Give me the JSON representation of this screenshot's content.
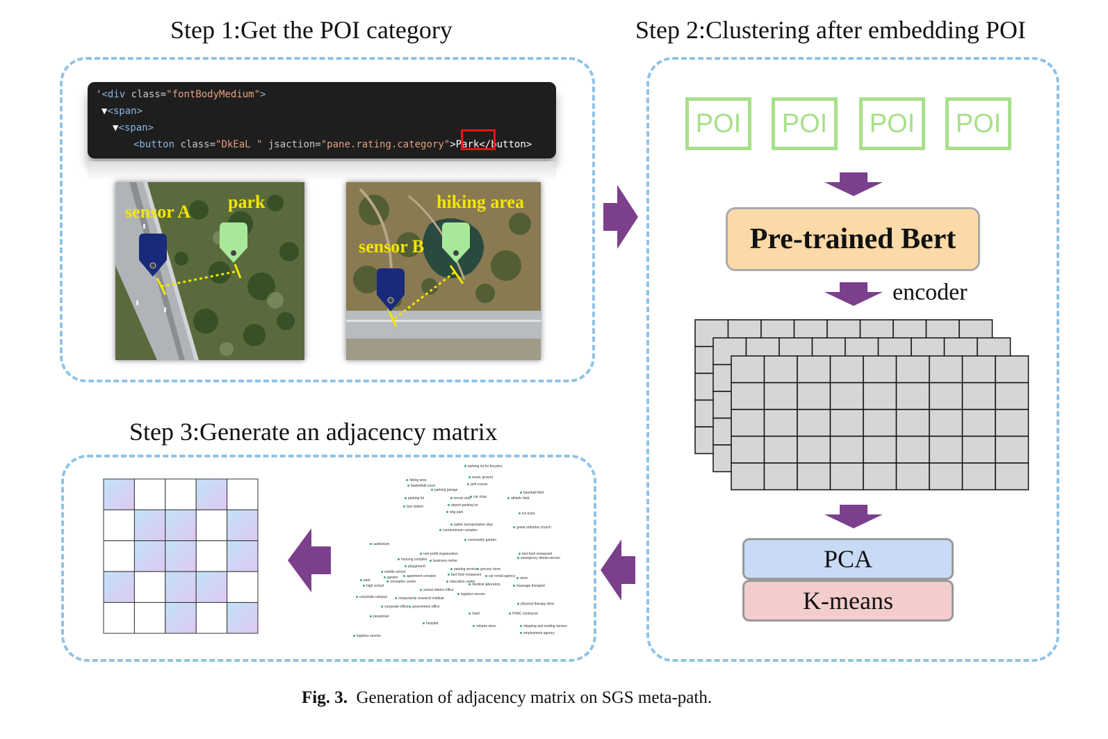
{
  "step1": {
    "title": "Step 1:Get the POI category",
    "code_lines": [
      {
        "tag_open": "<div ",
        "attr": "class=",
        "value": "\"fontBodyMedium\"",
        "close": ">"
      },
      {
        "tag_open": "<span>"
      },
      {
        "tag_open": "<span>"
      },
      {
        "tag_open": "<button ",
        "attr": "class=",
        "value": "\"DkEaL \"",
        "attr2": " jsaction=",
        "value2": "\"pane.rating.category\"",
        "text": ">Park</button>"
      }
    ],
    "highlight_word": "Park",
    "map_a": {
      "sensor_label": "sensor A",
      "poi_label": "park"
    },
    "map_b": {
      "sensor_label": "sensor B",
      "poi_label": "hiking area"
    }
  },
  "step2": {
    "title": "Step 2:Clustering after embedding POI",
    "poi_boxes": [
      "POI",
      "POI",
      "POI",
      "POI"
    ],
    "bert_label": "Pre-trained Bert",
    "encoder_label": "encoder",
    "pca_label": "PCA",
    "kmeans_label": "K-means"
  },
  "step3": {
    "title": "Step 3:Generate an adjacency matrix",
    "scatter_labels": [
      "parking lot for bicycles",
      "hiking area",
      "music ground",
      "basketball court",
      "golf course",
      "parking garage",
      "baseball field",
      "parking lot",
      "tennis club",
      "car shop",
      "athletic field",
      "airport parking lot",
      "bus station",
      "dog park",
      "ice track",
      "public transportation stop",
      "condominium complex",
      "greek orthodox church",
      "community garden",
      "auditorium",
      "non-profit organization",
      "fast food restaurant",
      "housing complex",
      "business center",
      "emergency dental service",
      "playground",
      "middle school",
      "parking service",
      "grocery store",
      "garden",
      "apartment complex",
      "fast food restaurant",
      "car rental agency",
      "park",
      "recreation center",
      "education center",
      "medical laboratory",
      "high school",
      "massage therapist",
      "corporate campus",
      "school district office",
      "logistics service",
      "restaurant",
      "research institute",
      "physical therapy clinic",
      "corporate office",
      "government office",
      "hotel",
      "HVAC contractor",
      "beautician",
      "hospital",
      "volume store",
      "employment agency",
      "shipping and mailing service",
      "logistics service",
      "store"
    ]
  },
  "caption": {
    "label": "Fig. 3.",
    "text": "Generation of adjacency matrix on SGS meta-path."
  },
  "colors": {
    "dashed_border": "#8fc3e6",
    "poi_green": "#a7e08a",
    "bert_fill": "#fbd9a8",
    "pca_fill": "#c8daf5",
    "kmeans_fill": "#f3cccc",
    "arrow": "#7b3f8c",
    "sensor_pin": "#1a2a7a",
    "poi_pin": "#a8e89a",
    "label_yellow": "#f2e600"
  }
}
